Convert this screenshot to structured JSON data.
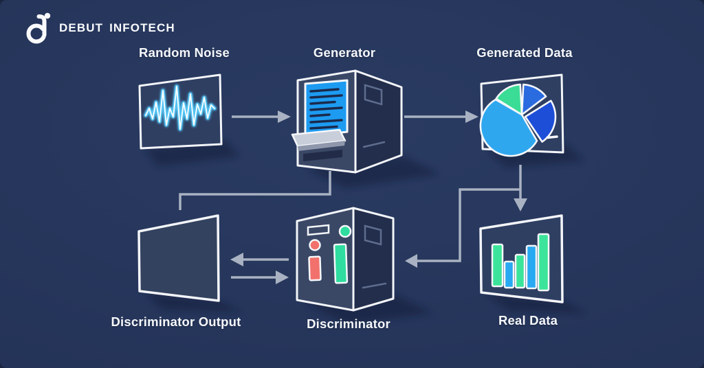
{
  "logo": {
    "name": "Debut Infotech",
    "word1": "DEBUT",
    "word2": "INFOTECH"
  },
  "nodes": {
    "random_noise": {
      "label": "Random Noise",
      "icon": "waveform-icon"
    },
    "generator": {
      "label": "Generator",
      "icon": "generator-machine-icon"
    },
    "generated_data": {
      "label": "Generated Data",
      "icon": "pie-chart-icon"
    },
    "discriminator_output": {
      "label": "Discriminator Output",
      "icon": "blank-screen-icon"
    },
    "discriminator": {
      "label": "Discriminator",
      "icon": "discriminator-machine-icon"
    },
    "real_data": {
      "label": "Real Data",
      "icon": "bar-chart-icon"
    }
  },
  "connections": [
    {
      "from": "random_noise",
      "to": "generator",
      "arrowhead": true
    },
    {
      "from": "generator",
      "to": "generated_data",
      "arrowhead": true
    },
    {
      "from": "generated_data",
      "to": "real_data",
      "arrowhead": true
    },
    {
      "from": "generated_data",
      "to": "discriminator",
      "arrowhead": true
    },
    {
      "from": "generator",
      "to": "discriminator_output",
      "arrowhead": false
    },
    {
      "from": "discriminator",
      "to": "discriminator_output",
      "arrowhead": true
    },
    {
      "from": "discriminator_output",
      "to": "discriminator",
      "arrowhead": true
    }
  ],
  "colors": {
    "background": "#253459",
    "panel_fill": "#2F3F62",
    "panel_fill_light": "#33425F",
    "panel_border": "#F3F5F9",
    "machine_front": "#3A4866",
    "machine_side": "#232E4C",
    "screen_blue": "#1D9BF1",
    "screen_text": "#1A2A4C",
    "tray_gray": "#C9CFDA",
    "tray_edge": "#8E97AC",
    "waveform_cyan": "#54C4F4",
    "waveform_core": "#FFFFFF",
    "pie_mid_blue": "#2B6BE0",
    "pie_dark_blue": "#1D4ED8",
    "pie_light_blue": "#2FA7EF",
    "pie_green": "#3BDC96",
    "bar_green": "#3BE49A",
    "bar_blue": "#28A9F1",
    "button_red": "#F2716C",
    "button_green": "#2EDD9F",
    "detail_line": "#5E6D8E",
    "arrow": "#A9B2C2",
    "label_text": "#F5F7FA",
    "logo_text": "#FAFBFD"
  }
}
